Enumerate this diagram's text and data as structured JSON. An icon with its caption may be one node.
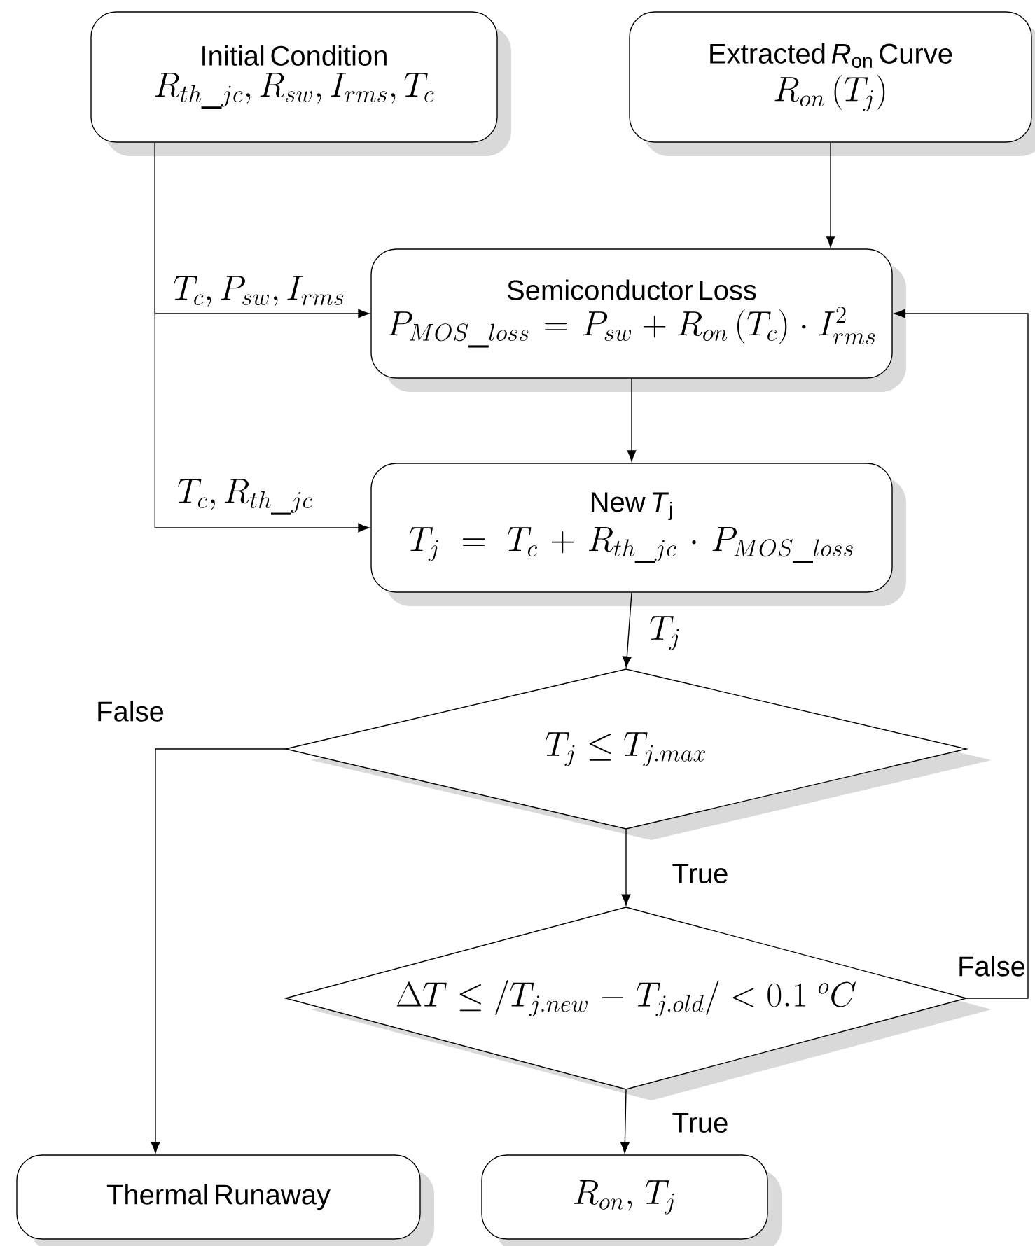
{
  "diagram": {
    "nodes": [
      {
        "text": [
          "Initial Condition",
          "R_{th\\_jc}, R_{sw}, I_{rms}, T_c"
        ]
      },
      {
        "text": [
          "Extracted *R*$_{on}$ Curve",
          "R_{on}\\left(T_j\\right)"
        ]
      },
      {
        "text": [
          "Semiconductor Loss",
          "P_{MOS\\_loss} = P_{sw} + R_{on}\\left(T_c\\right)\\cdot I_{rms}^2"
        ]
      },
      {
        "text": [
          "New *T*$_{j}$",
          "T_j = T_c + R_{th\\_jc}\\cdot P_{MOS\\_loss}"
        ]
      },
      {
        "text": [
          "T_j \\le T_{j.max}"
        ]
      },
      {
        "text": [
          "\\Delta T \\le /T_{j.new}\\ \\mathrm{-}\\ T_{j.old}/ < 0.1\\ {}^{o}C"
        ]
      },
      {
        "text": [
          "Thermal Runaway"
        ]
      },
      {
        "text": [
          "R_{on},\\ T_j"
        ]
      }
    ],
    "edges": [
      {
        "from": 0,
        "to": 2,
        "arrow": "to",
        "label": "T_c, P_{sw}, I_{rms}"
      },
      {
        "from": 0,
        "to": 3,
        "arrow": "to",
        "label": "T_c, R_{th\\_jc}"
      },
      {
        "from": 1,
        "to": 2,
        "arrow": "to"
      },
      {
        "from": 2,
        "to": 3,
        "arrow": "to"
      },
      {
        "from": 3,
        "to": 4,
        "arrow": "to",
        "label": "T_j"
      },
      {
        "from": 4,
        "to": 6,
        "arrow": "to",
        "label": "False"
      },
      {
        "from": 4,
        "to": 5,
        "arrow": "to",
        "label": "True"
      },
      {
        "from": 5,
        "to": 2,
        "arrow": "to",
        "label": "False"
      },
      {
        "from": 5,
        "to": 7,
        "arrow": "to",
        "label": "True"
      }
    ]
  }
}
